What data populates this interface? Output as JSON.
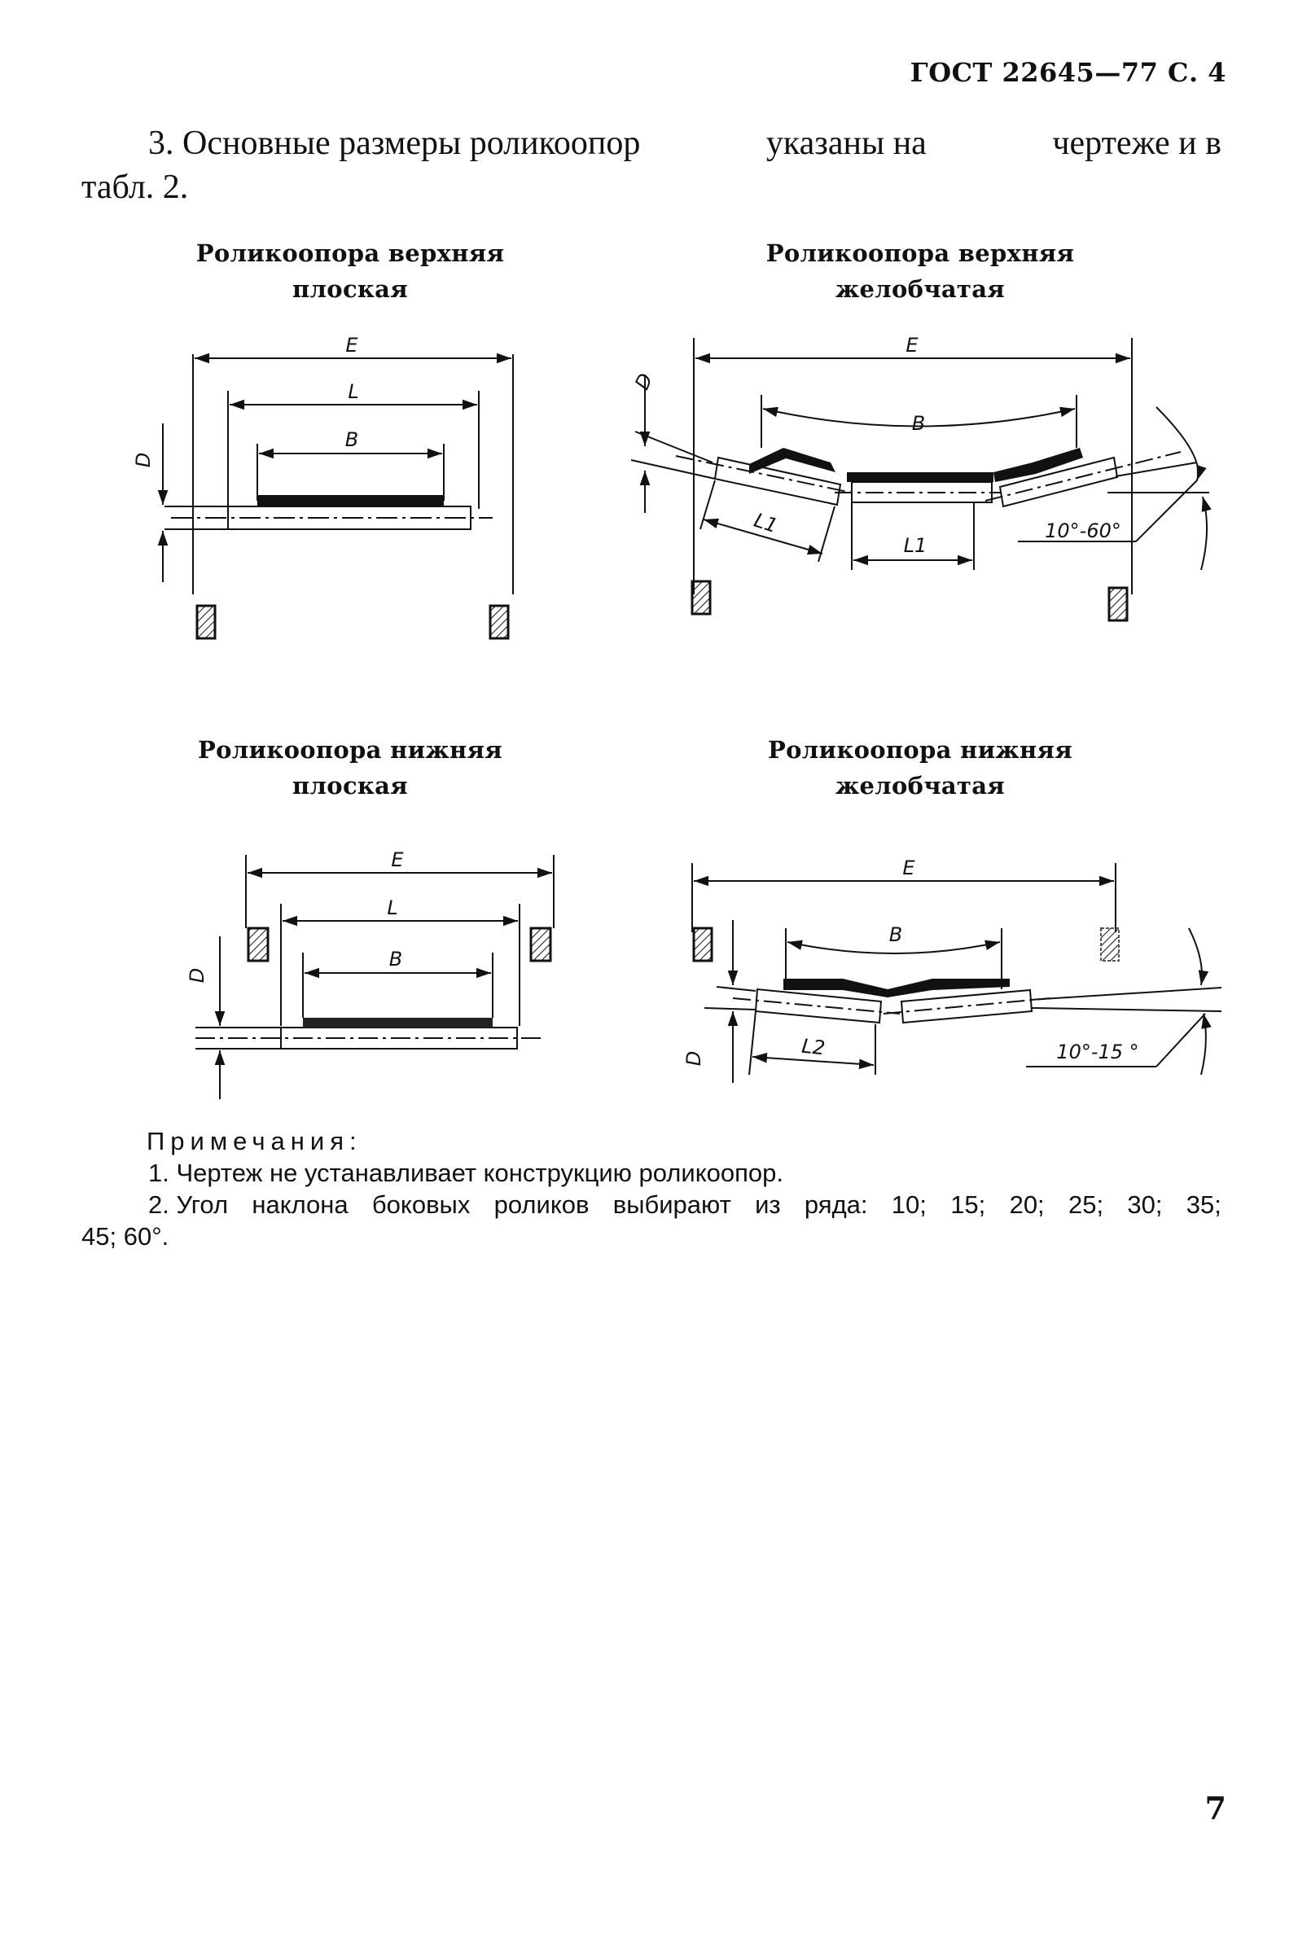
{
  "header": {
    "text": "ГОСТ 22645—77 С. 4"
  },
  "intro": {
    "words_line1": [
      "3. Основные размеры роликоопор",
      "указаны на",
      "чертеже и в"
    ],
    "line2": "табл. 2."
  },
  "diagrams": [
    {
      "title_line1": "Роликоопора верхняя",
      "title_line2": "плоская",
      "labels": {
        "e": "E",
        "l": "L",
        "b": "B",
        "d": "D"
      }
    },
    {
      "title_line1": "Роликоопора верхняя",
      "title_line2": "желобчатая",
      "labels": {
        "e": "E",
        "b": "B",
        "l1_left": "L1",
        "l1_center": "L1",
        "d": "D",
        "angle": "10°-60°"
      }
    },
    {
      "title_line1": "Роликоопора нижняя",
      "title_line2": "плоская",
      "labels": {
        "e": "E",
        "l": "L",
        "b": "B",
        "d": "D"
      }
    },
    {
      "title_line1": "Роликоопора нижняя",
      "title_line2": "желобчатая",
      "labels": {
        "e": "E",
        "b": "B",
        "l2": "L2",
        "d": "D",
        "angle": "10°-15 °"
      }
    }
  ],
  "notes": {
    "heading": "Примечания:",
    "items": [
      "1. Чертеж не устанавливает конструкцию роликоопор.",
      "2. Угол наклона боковых роликов выбирают из ряда: 10; 15; 20; 25; 30; 35;"
    ],
    "item2_words": [
      "2. Угол",
      "наклона",
      "боковых",
      "роликов",
      "выбирают",
      "из",
      "ряда:",
      "10;",
      "15;",
      "20;",
      "25;",
      "30;",
      "35;"
    ],
    "item2_continuation": "45; 60°."
  },
  "page_number": "7"
}
